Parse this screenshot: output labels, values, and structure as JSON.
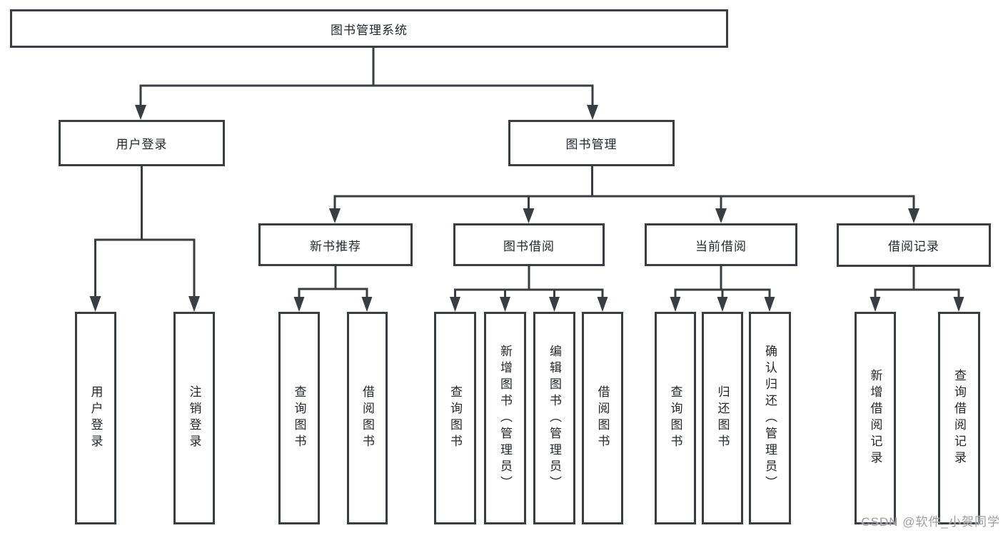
{
  "diagram": {
    "root": {
      "label": "图书管理系统"
    },
    "level2": [
      {
        "label": "用户登录"
      },
      {
        "label": "图书管理"
      }
    ],
    "level3": [
      {
        "label": "新书推荐"
      },
      {
        "label": "图书借阅"
      },
      {
        "label": "当前借阅"
      },
      {
        "label": "借阅记录"
      }
    ],
    "leaves": [
      {
        "label": "用户登录"
      },
      {
        "label": "注销登录"
      },
      {
        "label": "查询图书"
      },
      {
        "label": "借阅图书"
      },
      {
        "label": "查询图书"
      },
      {
        "label": "新增图书（管理员）"
      },
      {
        "label": "编辑图书（管理员）"
      },
      {
        "label": "借阅图书"
      },
      {
        "label": "查询图书"
      },
      {
        "label": "归还图书"
      },
      {
        "label": "确认归还（管理员）"
      },
      {
        "label": "新增借阅记录"
      },
      {
        "label": "查询借阅记录"
      }
    ]
  },
  "watermark": {
    "text": "CSDN @软件_小贺同学"
  },
  "colors": {
    "line": "#3a3d42",
    "box_border": "#3a3d42",
    "box_fill": "#ffffff",
    "text": "#24272b",
    "watermark": "#9b9da0",
    "background": "#ffffff"
  }
}
